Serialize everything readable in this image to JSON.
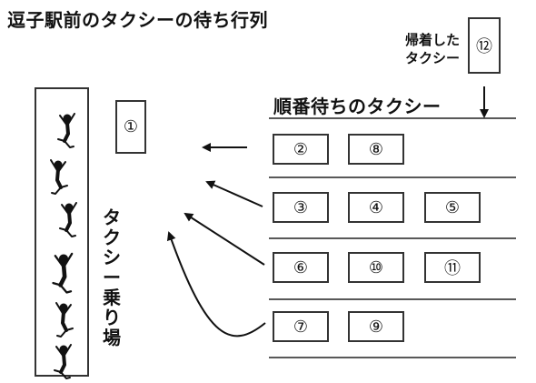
{
  "title": "逗子駅前のタクシーの待ち行列",
  "returned_label": [
    "帰着した",
    "タクシー"
  ],
  "queue_title": "順番待ちのタクシー",
  "stand_label": [
    "タ",
    "ク",
    "シ",
    "ー",
    "乗",
    "り",
    "場"
  ],
  "taxis": {
    "t1": "①",
    "t2": "②",
    "t3": "③",
    "t4": "④",
    "t5": "⑤",
    "t6": "⑥",
    "t7": "⑦",
    "t8": "⑧",
    "t9": "⑨",
    "t10": "⑩",
    "t11": "⑪",
    "t12": "⑫"
  },
  "colors": {
    "line": "#222222",
    "figure": "#111111",
    "background": "#ffffff"
  }
}
